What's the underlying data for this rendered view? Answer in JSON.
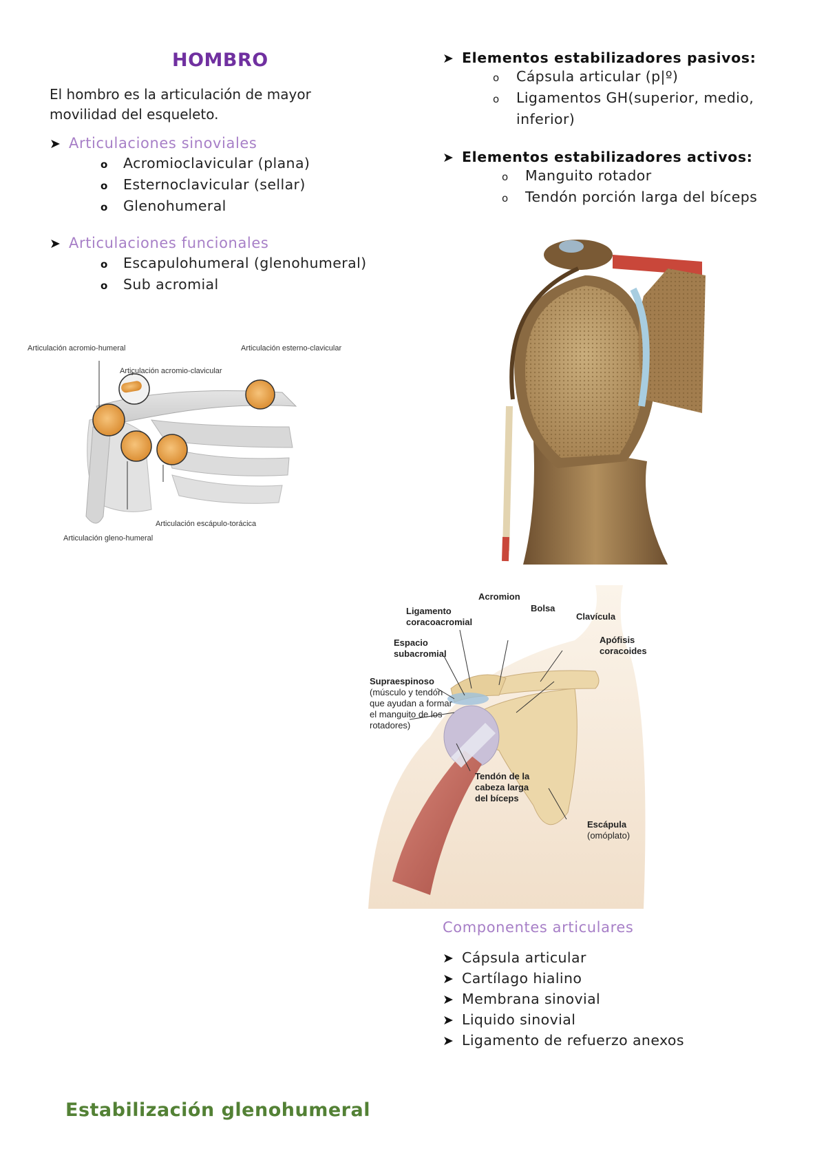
{
  "title": "HOMBRO",
  "intro": "El hombro es la articulación de mayor movilidad del esqueleto.",
  "sinoviales": {
    "heading": "Articulaciones sinoviales",
    "items": [
      "Acromioclavicular (plana)",
      "Esternoclavicular (sellar)",
      "Glenohumeral"
    ]
  },
  "funcionales": {
    "heading": "Articulaciones funcionales",
    "items": [
      "Escapulohumeral (glenohumeral)",
      "Sub acromial"
    ]
  },
  "pasivos": {
    "heading": "Elementos estabilizadores pasivos:",
    "items": [
      "Cápsula articular (p|º)",
      "Ligamentos GH(superior, medio,",
      "inferior)"
    ]
  },
  "activos": {
    "heading": "Elementos estabilizadores activos:",
    "items": [
      "Manguito rotador",
      "Tendón porción larga del bíceps"
    ]
  },
  "figure1": {
    "labels": {
      "acromio_humeral": "Articulación acromio-humeral",
      "esterno_clavicular": "Articulación esterno-clavicular",
      "acromio_clavicular": "Articulación acromio-clavicular",
      "escapulo_toracica": "Articulación escápulo-torácica",
      "gleno_humeral": "Articulación gleno-humeral"
    }
  },
  "figure3": {
    "labels": {
      "acromion": "Acromion",
      "bolsa": "Bolsa",
      "ligamento": "Ligamento coracoacromial",
      "clavicula": "Clavícula",
      "espacio": "Espacio subacromial",
      "apofisis": "Apófisis coracoides",
      "supraespinoso": "Supraespinoso",
      "supra_desc": "(músculo y tendón que ayudan a formar el manguito de los rotadores)",
      "tendon": "Tendón de la cabeza larga del bíceps",
      "escapula": "Escápula",
      "omoplato": "(omóplato)"
    }
  },
  "componentes": {
    "heading": "Componentes articulares",
    "items": [
      "Cápsula articular",
      "Cartílago hialino",
      "Membrana sinovial",
      "Liquido sinovial",
      "Ligamento de refuerzo anexos"
    ]
  },
  "footer_heading": "Estabilización glenohumeral"
}
